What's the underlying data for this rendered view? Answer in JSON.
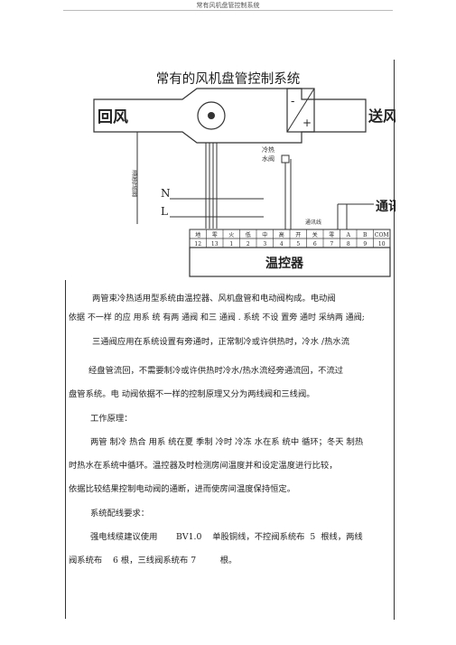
{
  "header": {
    "title": "常有风机盘管控制系统"
  },
  "diagram": {
    "title": "常有的风机盘管控制系统",
    "return_air": "回风",
    "supply_air": "送风",
    "minus": "-",
    "plus": "+",
    "valve_label_1": "冷热",
    "valve_label_2": "水阀",
    "sensor_label": "温度传感器",
    "phase_n": "N",
    "phase_l": "L",
    "comm": "通讯",
    "comm_line_label": "通讯线",
    "controller": "温控器",
    "term_top": [
      "地",
      "零",
      "火",
      "低",
      "中",
      "高",
      "开",
      "关",
      "零",
      "A",
      "B",
      "COM"
    ],
    "term_bottom": [
      "12",
      "13",
      "1",
      "2",
      "3",
      "4",
      "5",
      "6",
      "7",
      "8",
      "9",
      "10"
    ]
  },
  "paragraphs": [
    "两管束冷热适用型系统由温控器、风机盘管和电动阀构成。电动阀",
    "依据 不一样 的应 用系 统 有两 通阀 和三 通阀 . 系统 不设 置旁 通时 采纳两 通阀;",
    "三通阀应用在系统设置有旁通时，正常制冷或许供热时，冷水 /热水流",
    "经盘管流回，不需要制冷或许供热时冷水/热水流经旁通流回，不流过",
    "盘管系统。电 动阀依据不一样的控制原理又分为两线阀和三线阀。",
    "工作原理：",
    "两管 制冷 热合 用系 统在夏 季制 冷时 冷冻 水在系 统中 循环；冬天 制热",
    "时热水在系统中循环。温控器及时检测房间温度并和设定温度进行比较，",
    "依据比较结果控制电动阀的通断，进而使房间温度保持恒定。",
    "系统配线要求：",
    "强电线缆建议使用       BV1.0    单股铜线，不控阀系统布  5  根线，两线",
    "阀系统布    6 根，三线阀系统布 7         根。"
  ]
}
